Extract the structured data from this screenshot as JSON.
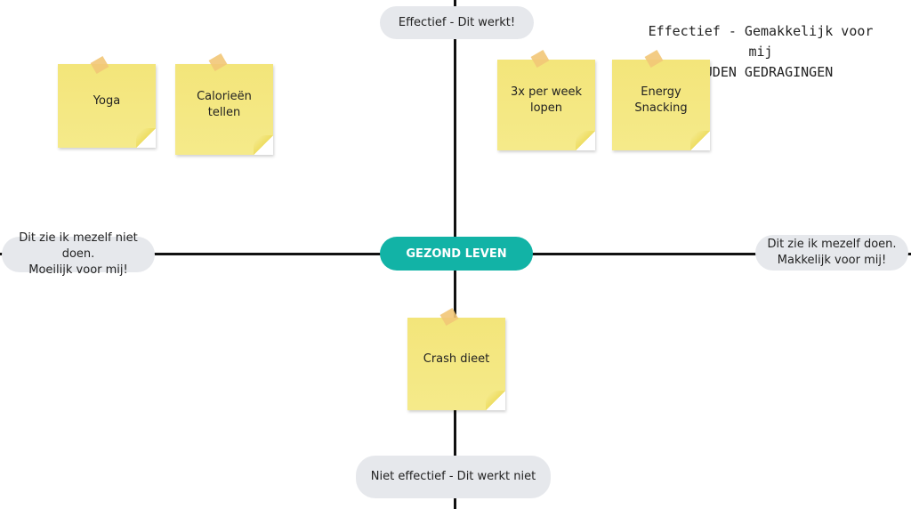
{
  "center": "GEZOND LEVEN",
  "axes": {
    "top": "Effectief - Dit werkt!",
    "bottom": "Niet effectief - Dit werkt niet",
    "left_line1": "Dit zie ik mezelf niet doen.",
    "left_line2": "Moeilijk voor mij!",
    "right_line1": "Dit zie ik mezelf doen.",
    "right_line2": "Makkelijk voor mij!"
  },
  "quadrant_title": {
    "line1": "Effectief - Gemakkelijk voor mij",
    "line2": "GOUDEN GEDRAGINGEN"
  },
  "notes": {
    "yoga": {
      "line1": "Yoga",
      "line2": ""
    },
    "calorieen": {
      "line1": "Calorieën",
      "line2": "tellen"
    },
    "lopen": {
      "line1": "3x per week",
      "line2": "lopen"
    },
    "energy": {
      "line1": "Energy",
      "line2": "Snacking"
    },
    "crash": {
      "line1": "Crash dieet",
      "line2": ""
    }
  },
  "colors": {
    "accent": "#12b3a6",
    "note": "#f3e57a",
    "pill": "#e6e8ec",
    "tape": "#f2c777"
  }
}
